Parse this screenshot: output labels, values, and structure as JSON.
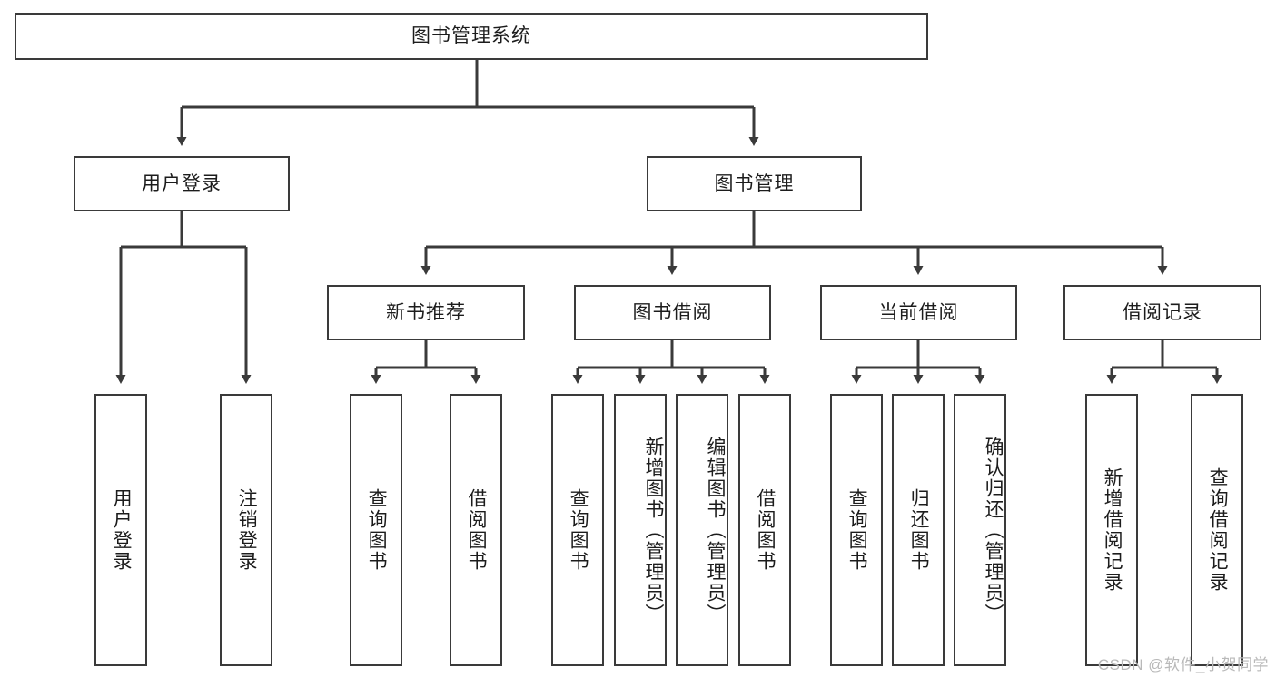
{
  "diagram": {
    "type": "tree-hierarchy",
    "title": "图书管理系统",
    "root": {
      "id": "root",
      "label": "图书管理系统"
    },
    "level2": [
      {
        "id": "user-login",
        "label": "用户登录"
      },
      {
        "id": "book-manage",
        "label": "图书管理"
      }
    ],
    "level3": [
      {
        "id": "new-book-recommend",
        "label": "新书推荐",
        "parent": "book-manage"
      },
      {
        "id": "book-borrow",
        "label": "图书借阅",
        "parent": "book-manage"
      },
      {
        "id": "current-borrow",
        "label": "当前借阅",
        "parent": "book-manage"
      },
      {
        "id": "borrow-record",
        "label": "借阅记录",
        "parent": "book-manage"
      }
    ],
    "leaves": [
      {
        "id": "leaf-user-login",
        "label": "用户登录",
        "parent": "user-login"
      },
      {
        "id": "leaf-logout-login",
        "label": "注销登录",
        "parent": "user-login"
      },
      {
        "id": "leaf-query-book-1",
        "label": "查询图书",
        "parent": "new-book-recommend"
      },
      {
        "id": "leaf-borrow-book-1",
        "label": "借阅图书",
        "parent": "new-book-recommend"
      },
      {
        "id": "leaf-query-book-2",
        "label": "查询图书",
        "parent": "book-borrow"
      },
      {
        "id": "leaf-add-book",
        "label": "新增图书（管理员）",
        "parent": "book-borrow"
      },
      {
        "id": "leaf-edit-book",
        "label": "编辑图书（管理员）",
        "parent": "book-borrow"
      },
      {
        "id": "leaf-borrow-book-2",
        "label": "借阅图书",
        "parent": "book-borrow"
      },
      {
        "id": "leaf-query-book-3",
        "label": "查询图书",
        "parent": "current-borrow"
      },
      {
        "id": "leaf-return-book",
        "label": "归还图书",
        "parent": "current-borrow"
      },
      {
        "id": "leaf-confirm-return",
        "label": "确认归还（管理员）",
        "parent": "current-borrow"
      },
      {
        "id": "leaf-add-record",
        "label": "新增借阅记录",
        "parent": "borrow-record"
      },
      {
        "id": "leaf-query-record",
        "label": "查询借阅记录",
        "parent": "borrow-record"
      }
    ],
    "colors": {
      "stroke": "#3a3a3a",
      "fill": "#ffffff",
      "text": "#1c1c1c",
      "watermark": "#b9b9b9"
    }
  },
  "watermark": {
    "text": "CSDN @软件_小贺同学"
  }
}
